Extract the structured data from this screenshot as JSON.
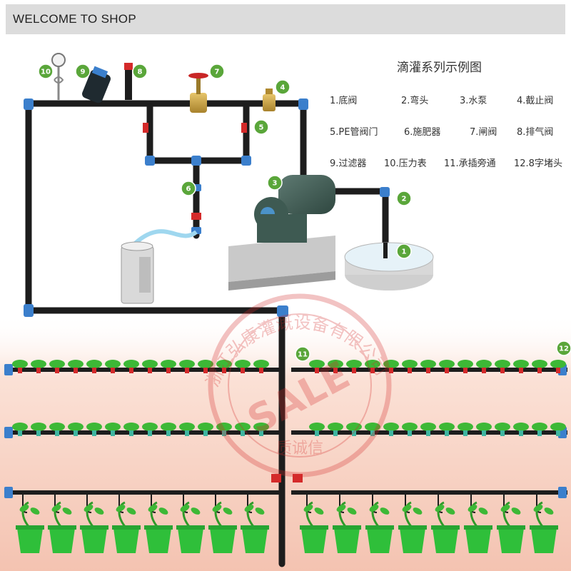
{
  "header": {
    "title": "WELCOME TO SHOP"
  },
  "diagram": {
    "title": "滴灌系列示例图",
    "legend": [
      "1.底阀",
      "2.弯头",
      "3.水泵",
      "4.截止阀",
      "5.PE管阀门",
      "6.施肥器",
      "7.闸阀",
      "8.排气阀",
      "9.过滤器",
      "10.压力表",
      "11.承插旁通",
      "12.8字堵头"
    ],
    "markers": [
      "1",
      "2",
      "3",
      "4",
      "5",
      "6",
      "7",
      "8",
      "9",
      "10",
      "11",
      "12"
    ]
  },
  "watermark": {
    "company": "浙江弘康灌溉设备有限公司",
    "stamp": "SALE",
    "bottom": "质诚信"
  },
  "colors": {
    "pipe": "#1a1a1a",
    "joint": "#3a7fc9",
    "badge": "#5aa63a",
    "valve": "#d22b2b",
    "plant": "#3db836",
    "ground": "#f6c9b8"
  }
}
